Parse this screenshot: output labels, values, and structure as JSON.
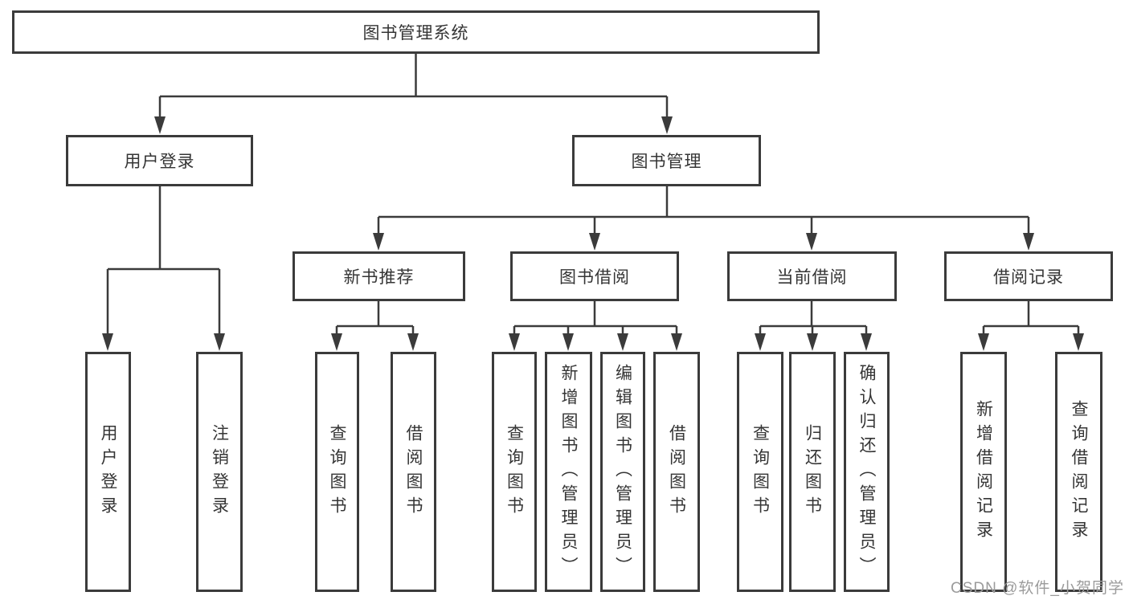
{
  "diagram": {
    "title": "图书管理系统",
    "watermark": "CSDN @软件_小贺同学",
    "colors": {
      "line": "#3b3b3b",
      "text": "#353535",
      "box_bg": "#ffffff",
      "watermark": "#9b9b9b"
    },
    "nodes": {
      "root": "图书管理系统",
      "l2_user_login": "用户登录",
      "l2_book_mgmt": "图书管理",
      "l3_new_book": "新书推荐",
      "l3_book_borrow": "图书借阅",
      "l3_current_borrow": "当前借阅",
      "l3_borrow_record": "借阅记录",
      "leaf_user_login": "用户登录",
      "leaf_logout": "注销登录",
      "leaf_nb_query": "查询图书",
      "leaf_nb_borrow": "借阅图书",
      "leaf_bb_query": "查询图书",
      "leaf_bb_add": "新增图书（管理员）",
      "leaf_bb_edit": "编辑图书（管理员）",
      "leaf_bb_borrow": "借阅图书",
      "leaf_cb_query": "查询图书",
      "leaf_cb_return": "归还图书",
      "leaf_cb_confirm": "确认归还（管理员）",
      "leaf_br_add": "新增借阅记录",
      "leaf_br_query": "查询借阅记录"
    },
    "hierarchy": {
      "图书管理系统": {
        "用户登录": [
          "用户登录",
          "注销登录"
        ],
        "图书管理": {
          "新书推荐": [
            "查询图书",
            "借阅图书"
          ],
          "图书借阅": [
            "查询图书",
            "新增图书（管理员）",
            "编辑图书（管理员）",
            "借阅图书"
          ],
          "当前借阅": [
            "查询图书",
            "归还图书",
            "确认归还（管理员）"
          ],
          "借阅记录": [
            "新增借阅记录",
            "查询借阅记录"
          ]
        }
      }
    }
  }
}
